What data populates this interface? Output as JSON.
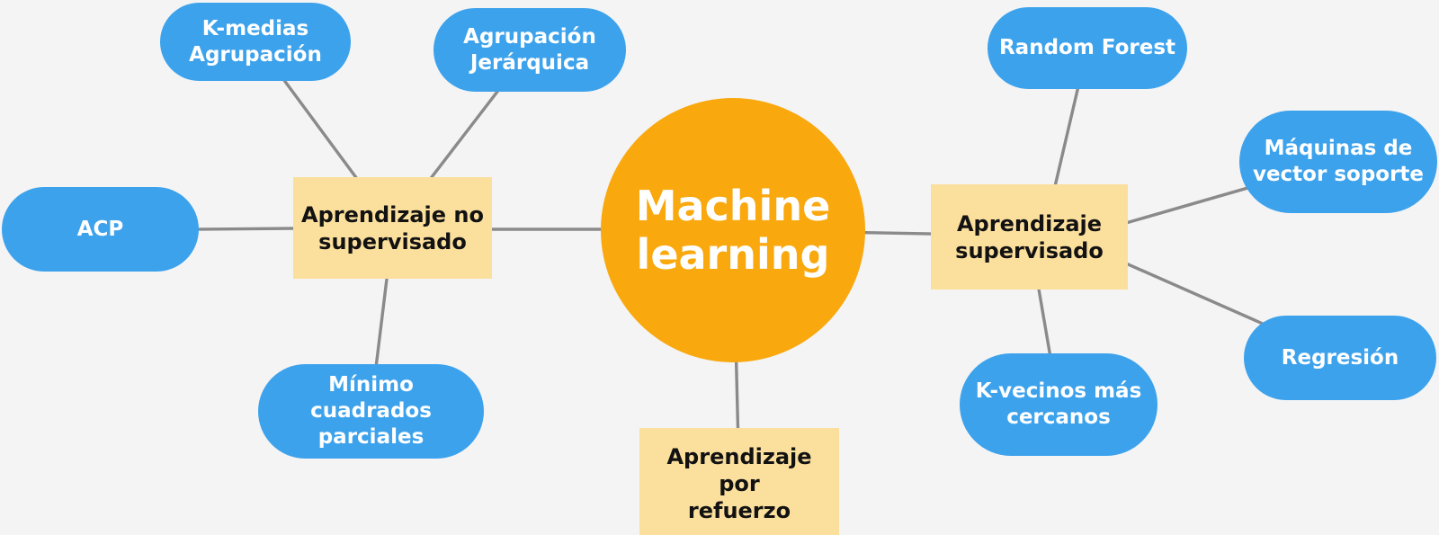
{
  "colors": {
    "branch_blue": "#3DA2EC",
    "category_yellow": "#FBDF9D",
    "center_orange": "#F9A80E",
    "connector_gray": "#8A8A8A",
    "background": "#F4F4F5"
  },
  "mindmap": {
    "center": {
      "label": "Machine\nlearning"
    },
    "branches": [
      {
        "label": "Aprendizaje no\nsupervisado",
        "children": [
          {
            "label": "K-medias\nAgrupación"
          },
          {
            "label": "Agrupación\nJerárquica"
          },
          {
            "label": "ACP"
          },
          {
            "label": "Mínimo cuadrados\nparciales"
          }
        ]
      },
      {
        "label": "Aprendizaje\nsupervisado",
        "children": [
          {
            "label": "Random Forest"
          },
          {
            "label": "Máquinas de\nvector soporte"
          },
          {
            "label": "Regresión"
          },
          {
            "label": "K-vecinos más\ncercanos"
          }
        ]
      },
      {
        "label": "Aprendizaje por\nrefuerzo",
        "children": []
      }
    ]
  }
}
